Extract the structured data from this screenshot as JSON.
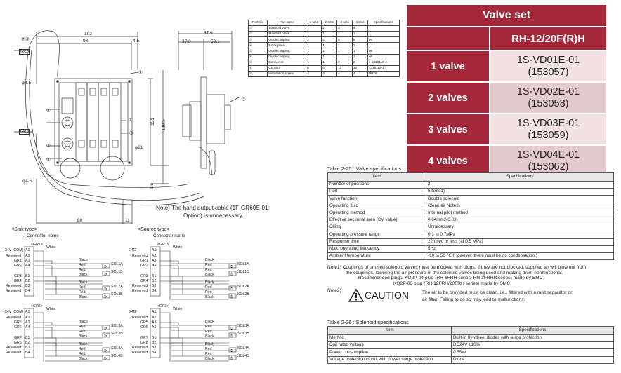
{
  "drawing": {
    "dims": {
      "d102": "102",
      "d93": "93",
      "d45": "4.5",
      "d879": "87.9",
      "d378": "37.8",
      "d501": "50.1",
      "d131": "131",
      "d1385": "138.5",
      "d35": "3.5",
      "d80": "80",
      "d11": "11",
      "phi45a": "φ4.5",
      "phi45b": "φ4.5",
      "phi21": "φ21"
    },
    "callouts": {
      "c78": "⑦⑧",
      "c9": "⑨",
      "c1": "①",
      "c2": "②",
      "c3": "③",
      "c4": "④",
      "c5": "⑤",
      "c6": "⑥"
    },
    "gr2": "GR2",
    "gr1": "GR1",
    "note": "Note) The hand output cable (1F-GR60S-01:",
    "note2": "Option) is unnecessary."
  },
  "parts_table": {
    "headers": [
      "Part no.",
      "Part name",
      "1 sets",
      "2 sets",
      "3 sets",
      "4 sets",
      "Specifications"
    ],
    "rows": [
      [
        "①",
        "Solenoid valve",
        "1",
        "2",
        "3",
        "4",
        ""
      ],
      [
        "②",
        "Manifold block",
        "1",
        "1",
        "1",
        "1",
        ""
      ],
      [
        "③",
        "Quick coupling",
        "2",
        "4",
        "6",
        "8",
        "φ4"
      ],
      [
        "④",
        "Block plate",
        "1",
        "1",
        "1",
        "1",
        ""
      ],
      [
        "⑤",
        "Quick coupling",
        "1",
        "1",
        "1",
        "1",
        "φ6"
      ],
      [
        "⑥",
        "Quick coupling",
        "1",
        "1",
        "1",
        "1",
        "φ6"
      ],
      [
        "⑦",
        "Connector",
        "1",
        "1",
        "2",
        "2",
        "1-1318119-4"
      ],
      [
        "⑧",
        "Contact",
        "6",
        "6",
        "12",
        "12",
        "1318112-1"
      ],
      [
        "⑨",
        "Installation screw",
        "4",
        "4",
        "4",
        "4",
        "M4×8"
      ]
    ]
  },
  "valve_set": {
    "title": "Valve set",
    "model": "RH-12/20F(R)H",
    "rows": [
      {
        "label": "1 valve",
        "code": "1S-VD01E-01",
        "num": "(153057)"
      },
      {
        "label": "2 valves",
        "code": "1S-VD02E-01",
        "num": "(153058)"
      },
      {
        "label": "3 valves",
        "code": "1S-VD03E-01",
        "num": "(153059)"
      },
      {
        "label": "4 valves",
        "code": "1S-VD04E-01",
        "num": "(153062)"
      }
    ]
  },
  "table25": {
    "caption": "Table 2-25 : Valve specifications",
    "h_item": "Item",
    "h_spec": "Specifications",
    "rows": [
      [
        "Number of positions",
        "2"
      ],
      [
        "Port",
        "5 Note1)"
      ],
      [
        "Valve function",
        "Double solenoid"
      ],
      [
        "Operating fluid",
        "Clean air Note2)"
      ],
      [
        "Operating method",
        "Internal pilot method"
      ],
      [
        "Effective sectional area (CV value)",
        "0.64mm2(0.03)"
      ],
      [
        "Oiling",
        "Unnecessary"
      ],
      [
        "Operating pressure range",
        "0.1 to 0.7MPa"
      ],
      [
        "Response time",
        "22msec or less (at 0.5 MPa)"
      ],
      [
        "Max. operating frequency",
        "5Hz"
      ],
      [
        "Ambient temperature",
        "-10 to 50 ℃ (However, there must be no condensation.)"
      ]
    ]
  },
  "notes": {
    "n1a": "Note1)  Couplings of unused solenoid valves must be blocked with plugs. If they are not blocked, supplied air will blow out from",
    "n1b": "the couplings, lowering the air pressure of the solenoid valves being used and making them nonfunctional.",
    "n1c": "Recommended plugs: KQ2P-04 plug (RH-6FRH series, RH-3FRHR series) made by SMC",
    "n1d": "KQ2P-06 plug (RH-12FRH/20FRH series) made by SMC.",
    "n2": "Note2)",
    "caution": "CAUTION",
    "caution_a": "The air to be provided must be clean, i.e., filtered with a mist separator or",
    "caution_b": "air filter. Failing to do so may lead to malfunctions."
  },
  "table26": {
    "caption": "Table 2-26 : Solenoid specifications",
    "h_item": "Item",
    "h_spec": "Specifications",
    "rows": [
      [
        "Method",
        "Built-in fly-wheel diodes with surge protection"
      ],
      [
        "Coil rated voltage",
        "DC24V ±10%"
      ],
      [
        "Power consumption",
        "0.55W"
      ],
      [
        "Voltage protection circuit with power surge protection",
        "Diode"
      ]
    ]
  },
  "sink": {
    "title": "<Sink type>",
    "conn": "Connector name",
    "g1": {
      "gr": "<GR1>",
      "top": "+24V (COM)",
      "res": "Reserved",
      "labels": [
        "GR1",
        "GR2",
        "GR3",
        "GR4",
        "Reserved",
        "Reserved"
      ],
      "pins": [
        "A1",
        "A2",
        "A3",
        "A4",
        "B1",
        "B2",
        "B3",
        "B4"
      ],
      "sol": [
        "SOL1A",
        "SOL1B",
        "SOL2A",
        "SOL2B"
      ]
    },
    "g2": {
      "gr": "<GR2>",
      "top": "+24V (COM)",
      "res": "Reserved",
      "labels": [
        "GR5",
        "GR6",
        "GR7",
        "GR8",
        "Reserved",
        "Reserved"
      ],
      "pins": [
        "A1",
        "A2",
        "A3",
        "A4",
        "B1",
        "B2",
        "B3",
        "B4"
      ],
      "sol": [
        "SOL3A",
        "SOL3B",
        "SOL4A",
        "SOL4B"
      ]
    },
    "white": "White",
    "black": "Black",
    "red": "Red"
  },
  "source": {
    "title": "<Source type>",
    "conn": "Connector name",
    "g1": {
      "gr": "<GR1>",
      "top": "24G",
      "res": "Reserved",
      "labels": [
        "GR1",
        "GR2",
        "GR3",
        "GR4",
        "Reserved",
        "Reserved"
      ],
      "pins": [
        "A1",
        "A2",
        "A3",
        "A4",
        "B1",
        "B2",
        "B3",
        "B4"
      ],
      "sol": [
        "SOL1A",
        "SOL1B",
        "SOL2A",
        "SOL2B"
      ]
    },
    "g2": {
      "gr": "<GR2>",
      "top": "24G",
      "res": "Reserved",
      "labels": [
        "GR5",
        "GR6",
        "GR7",
        "GR8",
        "Reserved",
        "Reserved"
      ],
      "pins": [
        "A1",
        "A2",
        "A3",
        "A4",
        "B1",
        "B2",
        "B3",
        "B4"
      ],
      "sol": [
        "SOL3A",
        "SOL3B",
        "SOL4A",
        "SOL4B"
      ]
    },
    "white": "White",
    "black": "Black",
    "red": "Red"
  }
}
